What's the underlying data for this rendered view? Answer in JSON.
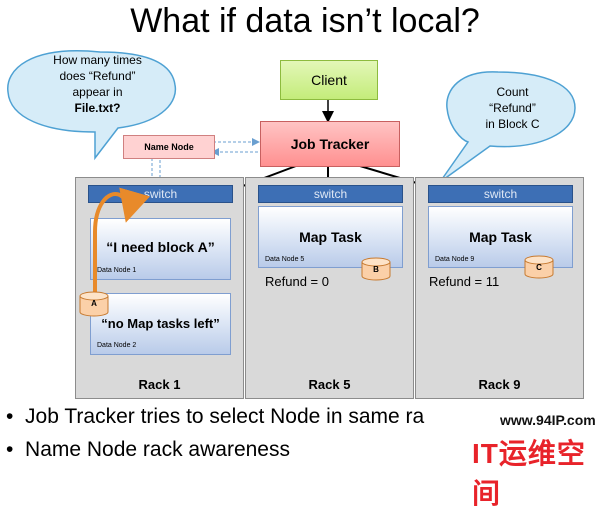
{
  "title": "What if data isn’t local?",
  "client": {
    "label": "Client"
  },
  "job_tracker": {
    "label": "Job Tracker"
  },
  "name_node": {
    "label": "Name Node"
  },
  "callout_left": {
    "lines": [
      "How many times",
      "does “Refund”",
      "appear in",
      "File.txt?"
    ]
  },
  "callout_right": {
    "lines": [
      "Count",
      "“Refund”",
      "in Block C"
    ]
  },
  "racks": [
    {
      "label": "Rack 1",
      "switch": "switch",
      "nodes": [
        {
          "text": "“I need block A”",
          "name": "Data Node 1"
        },
        {
          "text": "“no Map tasks left”",
          "name": "Data Node 2"
        }
      ],
      "block": "A"
    },
    {
      "label": "Rack 5",
      "switch": "switch",
      "nodes": [
        {
          "text": "Map Task",
          "name": "Data Node 5"
        }
      ],
      "block": "B",
      "refund": "Refund = 0"
    },
    {
      "label": "Rack 9",
      "switch": "switch",
      "nodes": [
        {
          "text": "Map Task",
          "name": "Data Node 9"
        }
      ],
      "block": "C",
      "refund": "Refund = 11"
    }
  ],
  "bullets": [
    "Job Tracker tries to select Node in same ra",
    "Name Node rack awareness"
  ],
  "watermark": {
    "url": "www.94IP.com",
    "brand": "IT运维空间"
  },
  "colors": {
    "client_fill": "#ccf08a",
    "job_tracker_fill": "#ff9a9a",
    "name_node_fill": "#ffc6c6",
    "callout_fill": "#d6ecf8",
    "switch_fill": "#3d6fb5",
    "rack_fill": "#d9d9d9",
    "orange_arrow": "#e88a2a"
  }
}
